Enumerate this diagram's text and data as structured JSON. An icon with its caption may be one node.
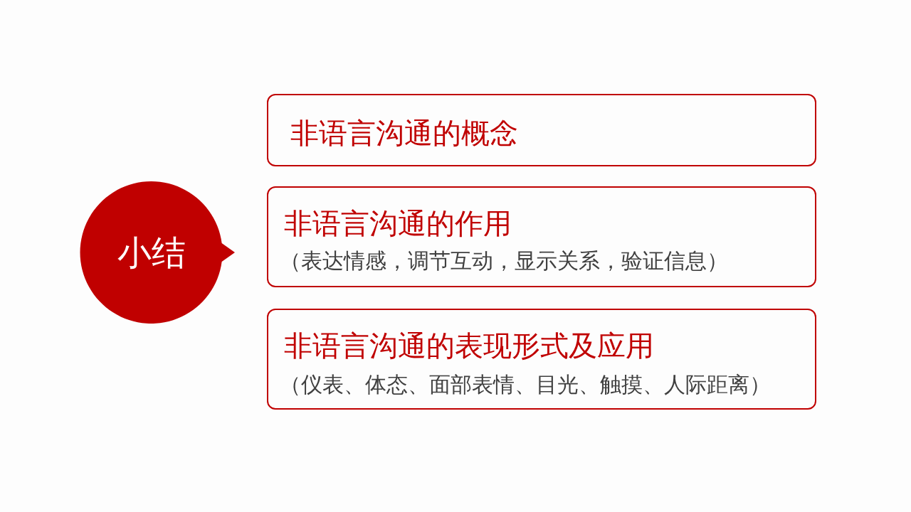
{
  "diagram": {
    "nodes": [
      {
        "text": [
          "小结"
        ]
      },
      {
        "text": [
          "非语言沟通的概念"
        ]
      },
      {
        "text": [
          "非语言沟通的作用",
          "（表达情感，调节互动，显示关系，验证信息）"
        ]
      },
      {
        "text": [
          "非语言沟通的表现形式及应用",
          "（仪表、体态、面部表情、目光、触摸、人际距离）"
        ]
      }
    ]
  }
}
